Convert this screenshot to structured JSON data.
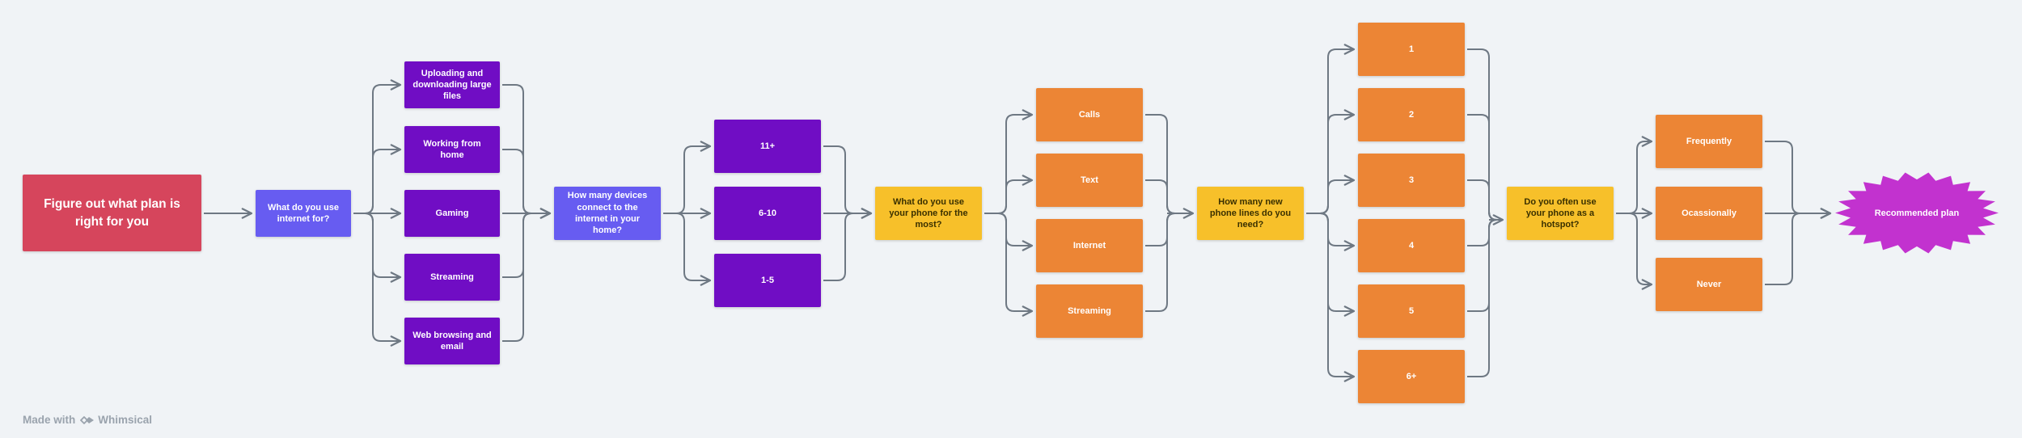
{
  "colors": {
    "start": "#d6455c",
    "question_purple": "#675cf1",
    "answer_purple": "#700dc4",
    "question_yellow": "#f7c02a",
    "answer_orange": "#ec8535",
    "result": "#c232cf",
    "edge": "#6e7883",
    "background": "#f0f3f6"
  },
  "start": {
    "label": "Figure out what plan is right for you"
  },
  "q1": {
    "label": "What do you use internet for?",
    "answers": [
      "Uploading and downloading large files",
      "Working from home",
      "Gaming",
      "Streaming",
      "Web browsing and email"
    ]
  },
  "q2": {
    "label": "How many devices connect to the internet in your home?",
    "answers": [
      "11+",
      "6-10",
      "1-5"
    ]
  },
  "q3": {
    "label": "What do you use your phone for the most?",
    "answers": [
      "Calls",
      "Text",
      "Internet",
      "Streaming"
    ]
  },
  "q4": {
    "label": "How many new phone lines do you need?",
    "answers": [
      "1",
      "2",
      "3",
      "4",
      "5",
      "6+"
    ]
  },
  "q5": {
    "label": "Do you often use your phone as a hotspot?",
    "answers": [
      "Frequently",
      "Ocassionally",
      "Never"
    ]
  },
  "result": {
    "label": "Recommended plan",
    "icon": "starburst-shape"
  },
  "footer": {
    "made_with": "Made with",
    "brand": "Whimsical",
    "icon": "whimsical-logo-icon"
  }
}
